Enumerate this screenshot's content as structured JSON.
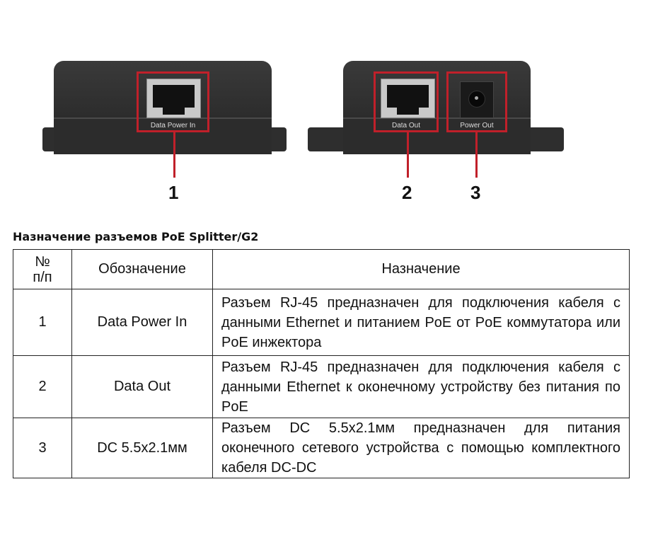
{
  "figure": {
    "device1": {
      "port_label": "Data Power In",
      "callout": "1"
    },
    "device2": {
      "port1_label": "Data Out",
      "callout1": "2",
      "port2_label": "Power Out",
      "callout2": "3"
    }
  },
  "title": "Назначение разъемов PoE Splitter/G2",
  "table": {
    "headers": [
      "№\nп/п",
      "Обозначение",
      "Назначение"
    ],
    "rows": [
      {
        "num": "1",
        "name": "Data Power In",
        "desc": "Разъем RJ-45 предназначен для подключения кабеля с данными Ethernet и питанием PoE от PoE коммутатора или PoE инжектора"
      },
      {
        "num": "2",
        "name": "Data Out",
        "desc": "Разъем RJ-45 предназначен для подключения кабеля с данными Ethernet к оконечному устройству без питания по PoE"
      },
      {
        "num": "3",
        "name": "DC 5.5x2.1мм",
        "desc": "Разъем DC 5.5x2.1мм предназначен для питания оконечного сетевого устройства с помощью комплектного кабеля DC-DC"
      }
    ]
  }
}
